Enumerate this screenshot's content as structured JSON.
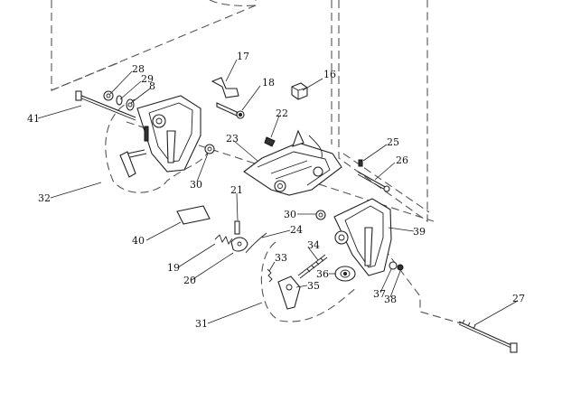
{
  "diagram": {
    "callouts": {
      "c16": "16",
      "c17": "17",
      "c18": "18",
      "c19": "19",
      "c20": "20",
      "c21": "21",
      "c22": "22",
      "c23": "23",
      "c24": "24",
      "c25": "25",
      "c26": "26",
      "c27": "27",
      "c28": "28",
      "c29": "29",
      "c8": "8",
      "c30a": "30",
      "c30b": "30",
      "c31": "31",
      "c32": "32",
      "c33": "33",
      "c34": "34",
      "c35": "35",
      "c36": "36",
      "c37": "37",
      "c38": "38",
      "c39": "39",
      "c40": "40",
      "c41": "41"
    }
  }
}
